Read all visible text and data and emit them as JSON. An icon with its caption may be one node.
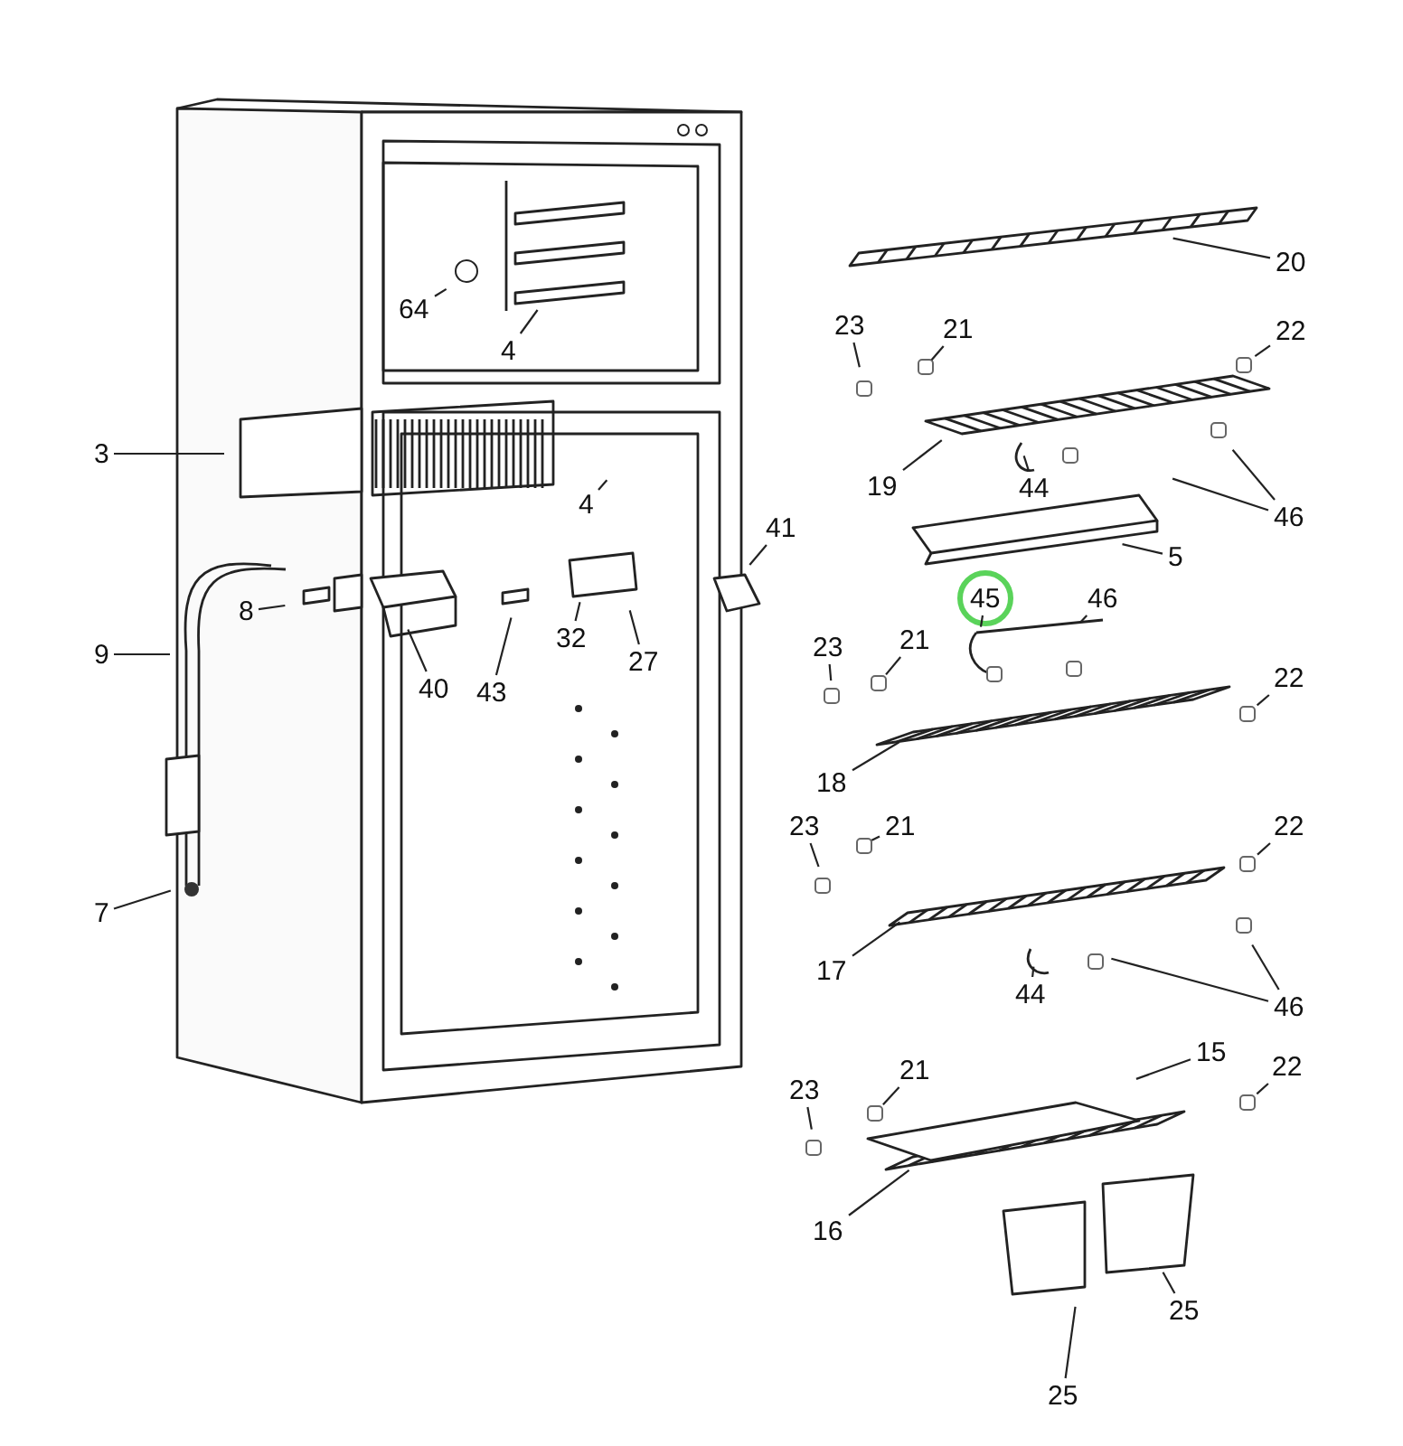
{
  "diagram": {
    "nodes": [
      {
        "text": [
          "20"
        ]
      },
      {
        "text": [
          "23"
        ]
      },
      {
        "text": [
          "21"
        ]
      },
      {
        "text": [
          "22"
        ]
      },
      {
        "text": [
          "64"
        ]
      },
      {
        "text": [
          "4"
        ]
      },
      {
        "text": [
          "3"
        ]
      },
      {
        "text": [
          "4"
        ]
      },
      {
        "text": [
          "19"
        ]
      },
      {
        "text": [
          "44"
        ]
      },
      {
        "text": [
          "46"
        ]
      },
      {
        "text": [
          "5"
        ]
      },
      {
        "text": [
          "45"
        ]
      },
      {
        "text": [
          "46"
        ]
      },
      {
        "text": [
          "41"
        ]
      },
      {
        "text": [
          "8"
        ]
      },
      {
        "text": [
          "9"
        ]
      },
      {
        "text": [
          "32"
        ]
      },
      {
        "text": [
          "27"
        ]
      },
      {
        "text": [
          "40"
        ]
      },
      {
        "text": [
          "43"
        ]
      },
      {
        "text": [
          "23"
        ]
      },
      {
        "text": [
          "21"
        ]
      },
      {
        "text": [
          "22"
        ]
      },
      {
        "text": [
          "18"
        ]
      },
      {
        "text": [
          "23"
        ]
      },
      {
        "text": [
          "21"
        ]
      },
      {
        "text": [
          "22"
        ]
      },
      {
        "text": [
          "7"
        ]
      },
      {
        "text": [
          "17"
        ]
      },
      {
        "text": [
          "44"
        ]
      },
      {
        "text": [
          "46"
        ]
      },
      {
        "text": [
          "15"
        ]
      },
      {
        "text": [
          "23"
        ]
      },
      {
        "text": [
          "21"
        ]
      },
      {
        "text": [
          "22"
        ]
      },
      {
        "text": [
          "16"
        ]
      },
      {
        "text": [
          "25"
        ]
      },
      {
        "text": [
          "25"
        ]
      }
    ],
    "edges": [
      {
        "from": 0,
        "to": null,
        "arrow": "none"
      },
      {
        "from": 1,
        "to": null,
        "arrow": "none"
      },
      {
        "from": 2,
        "to": null,
        "arrow": "none"
      },
      {
        "from": 3,
        "to": null,
        "arrow": "none"
      },
      {
        "from": 4,
        "to": null,
        "arrow": "none"
      },
      {
        "from": 5,
        "to": null,
        "arrow": "none"
      },
      {
        "from": 6,
        "to": null,
        "arrow": "none"
      },
      {
        "from": 7,
        "to": null,
        "arrow": "none"
      },
      {
        "from": 8,
        "to": null,
        "arrow": "none"
      },
      {
        "from": 9,
        "to": null,
        "arrow": "none"
      },
      {
        "from": 10,
        "to": null,
        "arrow": "none"
      },
      {
        "from": 10,
        "to": null,
        "arrow": "none"
      },
      {
        "from": 11,
        "to": null,
        "arrow": "none"
      },
      {
        "from": 12,
        "to": null,
        "arrow": "none"
      },
      {
        "from": 13,
        "to": null,
        "arrow": "none"
      },
      {
        "from": 14,
        "to": null,
        "arrow": "none"
      },
      {
        "from": 15,
        "to": null,
        "arrow": "none"
      },
      {
        "from": 16,
        "to": null,
        "arrow": "none"
      },
      {
        "from": 17,
        "to": null,
        "arrow": "none"
      },
      {
        "from": 18,
        "to": null,
        "arrow": "none"
      },
      {
        "from": 19,
        "to": null,
        "arrow": "none"
      },
      {
        "from": 20,
        "to": null,
        "arrow": "none"
      },
      {
        "from": 21,
        "to": null,
        "arrow": "none"
      },
      {
        "from": 22,
        "to": null,
        "arrow": "none"
      },
      {
        "from": 23,
        "to": null,
        "arrow": "none"
      },
      {
        "from": 24,
        "to": null,
        "arrow": "none"
      },
      {
        "from": 25,
        "to": null,
        "arrow": "none"
      },
      {
        "from": 26,
        "to": null,
        "arrow": "none"
      },
      {
        "from": 27,
        "to": null,
        "arrow": "none"
      },
      {
        "from": 28,
        "to": null,
        "arrow": "none"
      },
      {
        "from": 29,
        "to": null,
        "arrow": "none"
      },
      {
        "from": 30,
        "to": null,
        "arrow": "none"
      },
      {
        "from": 31,
        "to": null,
        "arrow": "none"
      },
      {
        "from": 31,
        "to": null,
        "arrow": "none"
      },
      {
        "from": 32,
        "to": null,
        "arrow": "none"
      },
      {
        "from": 33,
        "to": null,
        "arrow": "none"
      },
      {
        "from": 34,
        "to": null,
        "arrow": "none"
      },
      {
        "from": 35,
        "to": null,
        "arrow": "none"
      },
      {
        "from": 36,
        "to": null,
        "arrow": "none"
      },
      {
        "from": 37,
        "to": null,
        "arrow": "none"
      },
      {
        "from": 38,
        "to": null,
        "arrow": "none"
      }
    ]
  }
}
